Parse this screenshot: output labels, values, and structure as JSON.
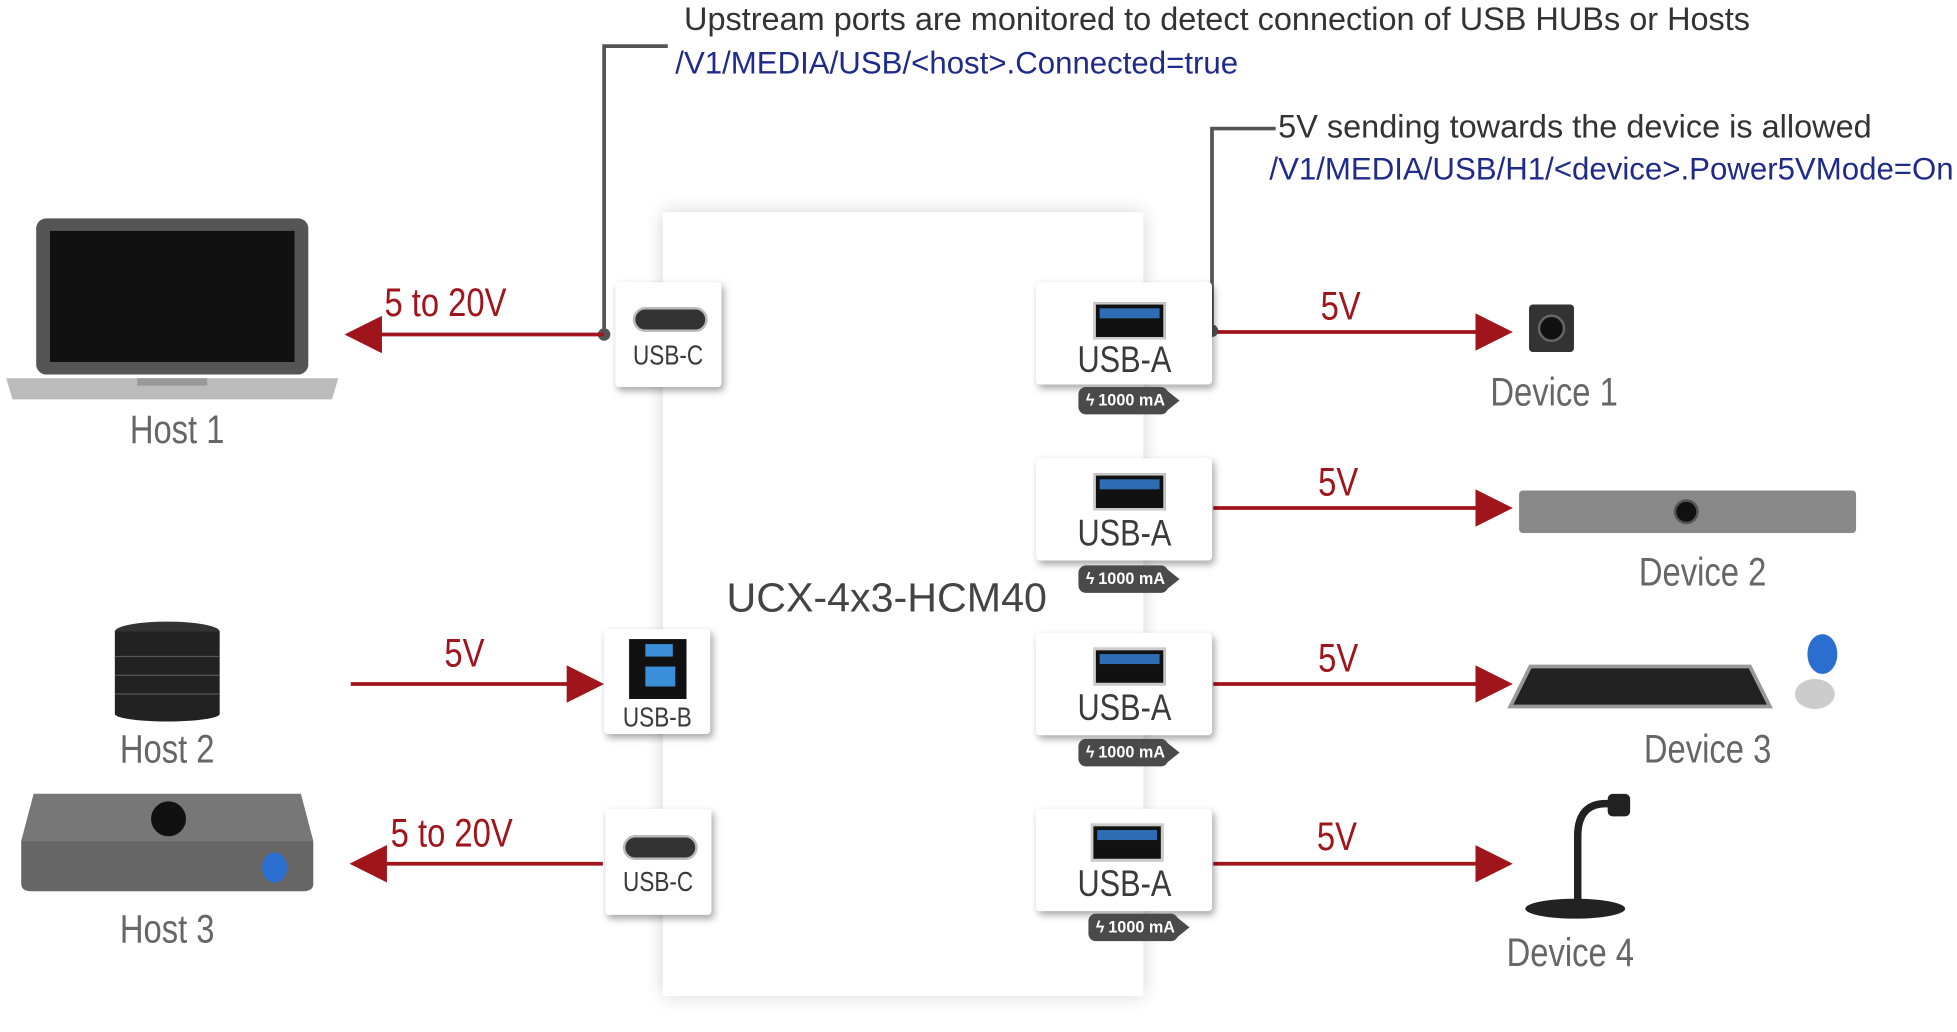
{
  "annotations": {
    "upstream": {
      "text": "Upstream ports are monitored to detect connection of USB HUBs or Hosts",
      "path": "/V1/MEDIA/USB/<host>.Connected=true"
    },
    "power": {
      "text": "5V sending towards the device is allowed",
      "path": "/V1/MEDIA/USB/H1/<device>.Power5VMode=On"
    }
  },
  "device_name": "UCX-4x3-HCM40",
  "ports": {
    "host1": "USB-C",
    "host2": "USB-B",
    "host3": "USB-C",
    "dev1": "USB-A",
    "dev2": "USB-A",
    "dev3": "USB-A",
    "dev4": "USB-A"
  },
  "current_limit": "1000 mA",
  "voltages": {
    "host1": "5 to 20V",
    "host2": "5V",
    "host3": "5 to 20V",
    "dev1": "5V",
    "dev2": "5V",
    "dev3": "5V",
    "dev4": "5V"
  },
  "hosts": [
    "Host 1",
    "Host 2",
    "Host 3"
  ],
  "devices": [
    "Device 1",
    "Device 2",
    "Device 3",
    "Device 4"
  ],
  "colors": {
    "arrow": "#a0151c",
    "path_text": "#1f2a8a"
  }
}
